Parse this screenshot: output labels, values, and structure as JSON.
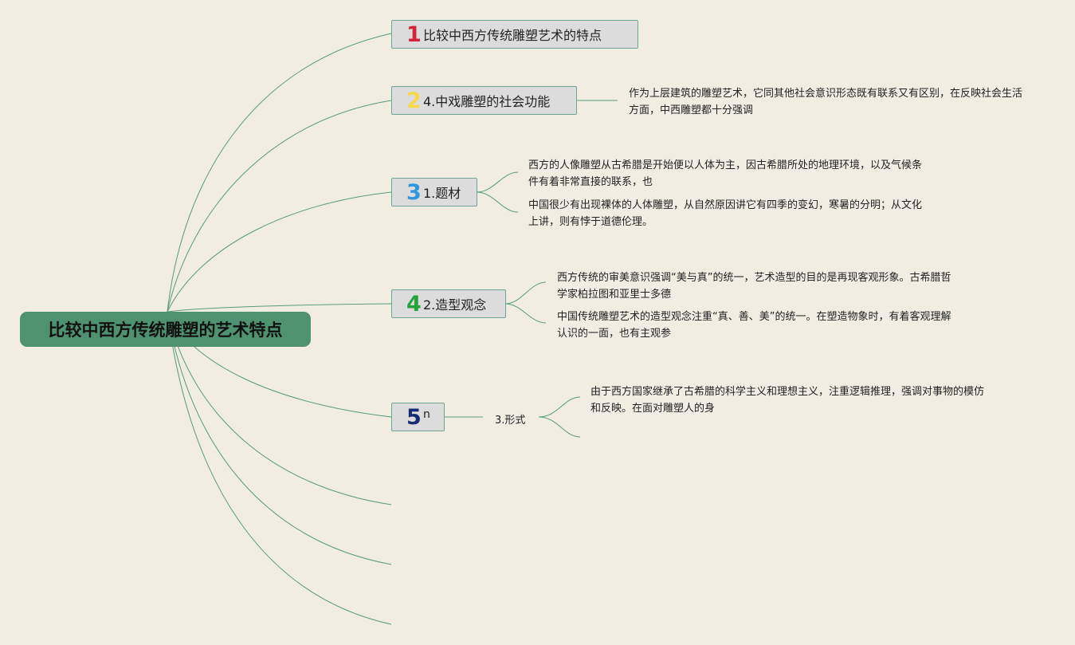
{
  "root": {
    "title": "比较中西方传统雕塑的艺术特点",
    "color": "#4f9270"
  },
  "branches": [
    {
      "number": "1",
      "label": "比较中西方传统雕塑艺术的特点",
      "number_color": "#d6233c"
    },
    {
      "number": "2",
      "label": "4.中戏雕塑的社会功能",
      "number_color": "#f6d84a"
    },
    {
      "number": "3",
      "label": "1.题材",
      "number_color": "#2f98dc"
    },
    {
      "number": "4",
      "label": "2.造型观念",
      "number_color": "#24a23c"
    },
    {
      "number": "5",
      "label": "n",
      "number_color": "#152c72"
    }
  ],
  "notes": {
    "social_function": "作为上层建筑的雕塑艺术，它同其他社会意识形态既有联系又有区别，在反映社会生活方面，中西雕塑都十分强调",
    "subject_west": "西方的人像雕塑从古希腊是开始便以人体为主，因古希腊所处的地理环境，以及气候条件有着非常直接的联系，也",
    "subject_china": "中国很少有出现裸体的人体雕塑，从自然原因讲它有四季的变幻，寒暑的分明；从文化上讲，则有悖于道德伦理。",
    "concept_west": "西方传统的审美意识强调“美与真”的统一，艺术造型的目的是再现客观形象。古希腊哲学家柏拉图和亚里士多德",
    "concept_china": "中国传统雕塑艺术的造型观念注重“真、善、美”的统一。在塑造物象时，有着客观理解认识的一面，也有主观参",
    "form_label": "3.形式",
    "form_west": "由于西方国家继承了古希腊的科学主义和理想主义，注重逻辑推理，强调对事物的模仿和反映。在面对雕塑人的身"
  },
  "link_color": "#5a9a7c",
  "background": "#f1ede3"
}
